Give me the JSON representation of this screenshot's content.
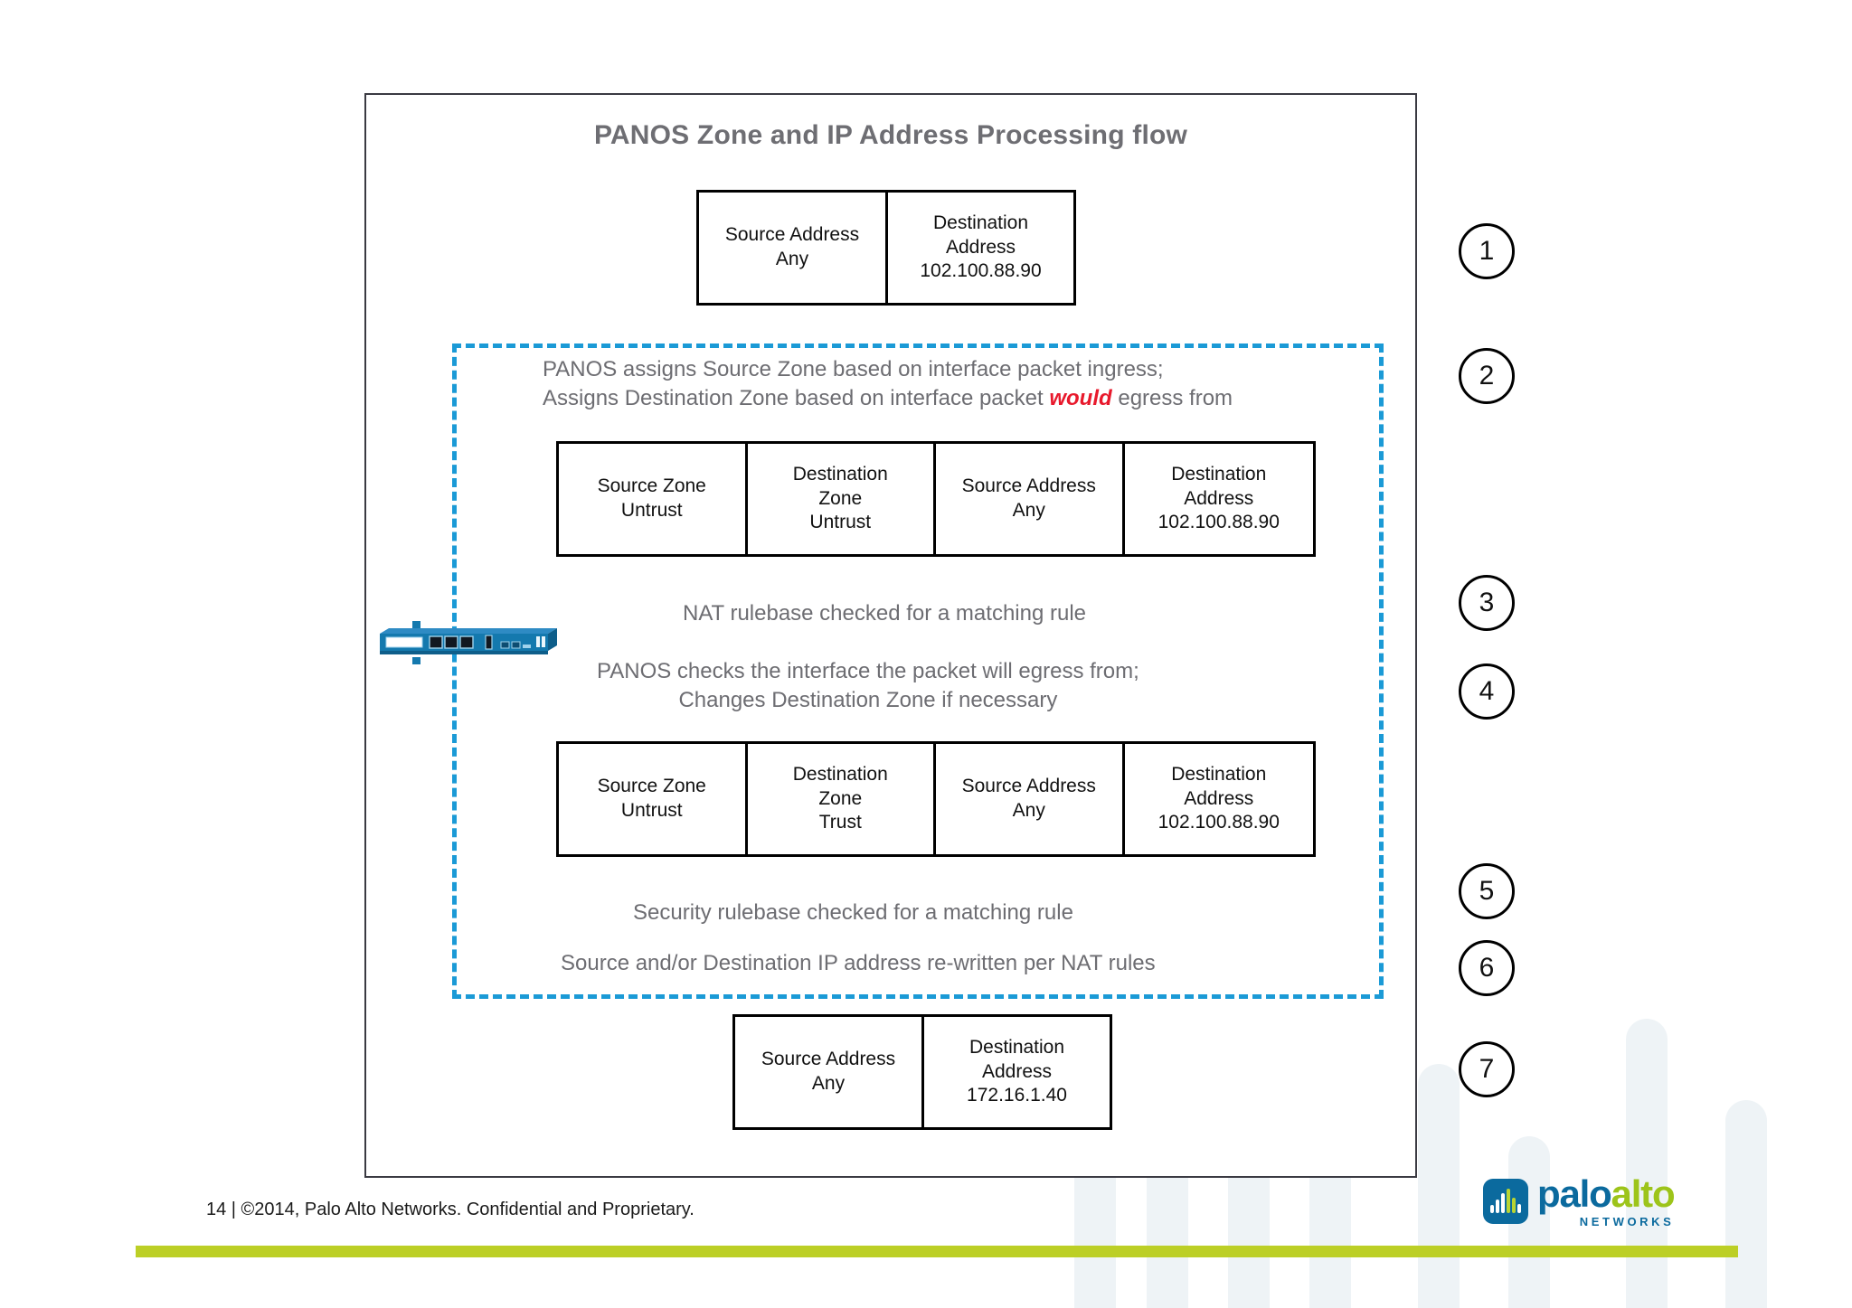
{
  "slide": {
    "title": "PANOS Zone and IP Address Processing flow",
    "accent_dashed_color": "#1B9AD6",
    "footer_bar_color": "#BCCF26",
    "emphasis_color": "#E8192C"
  },
  "tables": {
    "initial": {
      "name": "initial-packet",
      "cells": [
        {
          "label_lines": [
            "Source Address",
            "Any"
          ]
        },
        {
          "label_lines": [
            "Destination",
            "Address",
            "102.100.88.90"
          ]
        }
      ]
    },
    "pre_nat": {
      "name": "pre-nat-packet",
      "cells": [
        {
          "label_lines": [
            "Source Zone",
            "Untrust"
          ]
        },
        {
          "label_lines": [
            "Destination",
            "Zone",
            "Untrust"
          ]
        },
        {
          "label_lines": [
            "Source Address",
            "Any"
          ]
        },
        {
          "label_lines": [
            "Destination",
            "Address",
            "102.100.88.90"
          ]
        }
      ]
    },
    "post_nat": {
      "name": "post-nat-packet",
      "cells": [
        {
          "label_lines": [
            "Source Zone",
            "Untrust"
          ]
        },
        {
          "label_lines": [
            "Destination",
            "Zone",
            "Trust"
          ]
        },
        {
          "label_lines": [
            "Source Address",
            "Any"
          ]
        },
        {
          "label_lines": [
            "Destination",
            "Address",
            "102.100.88.90"
          ]
        }
      ]
    },
    "final": {
      "name": "final-packet",
      "cells": [
        {
          "label_lines": [
            "Source Address",
            "Any"
          ]
        },
        {
          "label_lines": [
            "Destination",
            "Address",
            "172.16.1.40"
          ]
        }
      ]
    }
  },
  "notes": {
    "assign_line1": "PANOS assigns Source Zone based on interface packet ingress;",
    "assign_line2_a": "Assigns Destination Zone based on  interface packet ",
    "assign_line2_emph": "would",
    "assign_line2_b": " egress from",
    "nat_check": "NAT rulebase checked for a matching rule",
    "egress_line1": "PANOS checks   the interface the packet will egress from;",
    "egress_line2": "Changes Destination Zone if necessary",
    "security_check": "Security rulebase checked for a matching rule",
    "rewrite": "Source and/or Destination IP address re-written per NAT rules"
  },
  "steps": [
    {
      "number": "1"
    },
    {
      "number": "2"
    },
    {
      "number": "3"
    },
    {
      "number": "4"
    },
    {
      "number": "5"
    },
    {
      "number": "6"
    },
    {
      "number": "7"
    }
  ],
  "device": {
    "icon": "firewall-appliance-icon",
    "color": "#1479AE"
  },
  "footer": {
    "text": "14  |  ©2014, Palo Alto Networks. Confidential and Proprietary."
  },
  "logo": {
    "word_one": "palo",
    "word_two": "alto",
    "subtitle": "NETWORKS"
  }
}
